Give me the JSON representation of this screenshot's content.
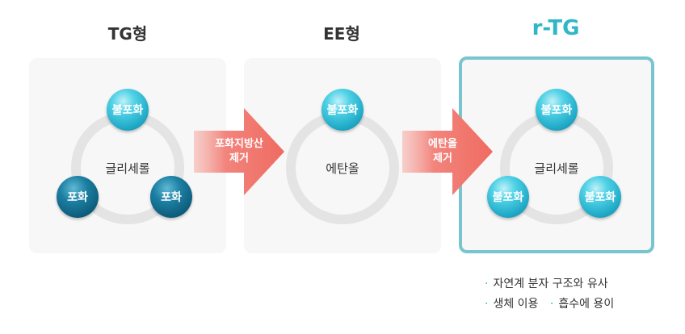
{
  "titles": {
    "left": "TG형",
    "middle": "EE형",
    "right": "r-TG"
  },
  "left_panel": {
    "center": "글리세롤",
    "top_ball": "불포화",
    "bottom_left_ball": "포화",
    "bottom_right_ball": "포화"
  },
  "middle_panel": {
    "center": "에탄올",
    "top_ball": "불포화"
  },
  "right_panel": {
    "center": "글리세롤",
    "top_ball": "불포화",
    "bottom_left_ball": "불포화",
    "bottom_right_ball": "불포화"
  },
  "arrows": {
    "first": {
      "line1": "포화지방산",
      "line2": "제거"
    },
    "second": {
      "line1": "에탄올",
      "line2": "제거"
    }
  },
  "notes": {
    "line1_item1": "자연계 분자 구조와 유사",
    "line2_item1": "생체 이용",
    "line2_item2": "흡수에 용이"
  },
  "colors": {
    "accent": "#2fb7c6",
    "arrow": "#f26f66",
    "highlight_border": "#78c5cf"
  }
}
